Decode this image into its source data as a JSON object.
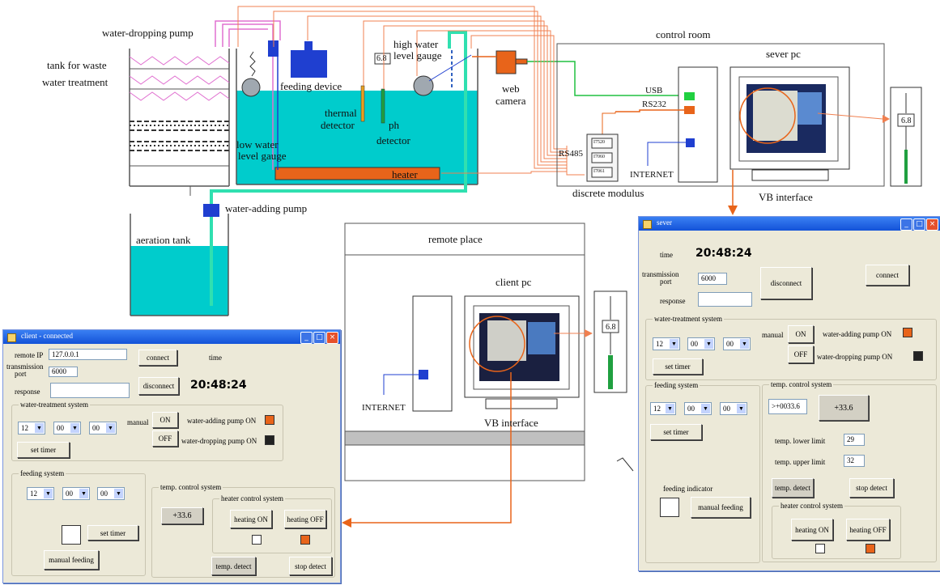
{
  "labels": {
    "water_dropping_pump": "water-dropping pump",
    "tank_for_waste": "tank for waste",
    "water_treatment": "water treatment",
    "feeding_device": "feeding device",
    "high_water_level_gauge_1": "high water",
    "high_water_level_gauge_2": "level gauge",
    "gauge_value": "6.8",
    "thermal_detector_1": "thermal",
    "thermal_detector_2": "detector",
    "ph_detector_1": "ph",
    "ph_detector_2": "detector",
    "low_water_level_gauge_1": "low water",
    "low_water_level_gauge_2": "level gauge",
    "heater": "heater",
    "web_camera_1": "web",
    "web_camera_2": "camera",
    "control_room": "control room",
    "sever_pc": "sever pc",
    "usb": "USB",
    "rs232": "RS232",
    "rs485": "RS485",
    "internet_server": "INTERNET",
    "discrete_modulus": "discrete modulus",
    "module_1": "I7520",
    "module_2": "I7060",
    "module_3": "I7061",
    "vb_interface_server": "VB interface",
    "water_adding_pump": "water-adding pump",
    "aeration_tank": "aeration tank",
    "remote_place": "remote place",
    "client_pc": "client pc",
    "internet_client": "INTERNET",
    "vb_interface_client": "VB interface"
  },
  "client_window": {
    "title": "client - connected",
    "remote_ip_label": "remote IP",
    "remote_ip_value": "127.0.0.1",
    "transmission_port_label_1": "transmission",
    "transmission_port_label_2": "port",
    "port_value": "6000",
    "response_label": "response",
    "connect_button": "connect",
    "disconnect_button": "disconnect",
    "time_label": "time",
    "time_value": "20:48:24",
    "water_treatment_group": "water-treatment system",
    "hour": "12",
    "minute": "00",
    "second": "00",
    "set_timer": "set timer",
    "manual": "manual",
    "on_button": "ON",
    "off_button": "OFF",
    "water_adding_pump_on": "water-adding pump ON",
    "water_dropping_pump_on": "water-dropping pump ON",
    "feeding_group": "feeding system",
    "feed_hour": "12",
    "feed_minute": "00",
    "feed_second": "00",
    "feed_set_timer": "set timer",
    "manual_feeding": "manual feeding",
    "temp_group": "temp. control system",
    "temp_value": "+33.6",
    "heater_group": "heater control system",
    "heating_on": "heating ON",
    "heating_off": "heating OFF",
    "temp_detect": "temp. detect",
    "stop_detect": "stop detect"
  },
  "server_window": {
    "title": "sever",
    "time_label": "time",
    "time_value": "20:48:24",
    "transmission_port_label_1": "transmission",
    "transmission_port_label_2": "port",
    "port_value": "6000",
    "response_label": "response",
    "disconnect_button": "disconnect",
    "connect_button": "connect",
    "water_treatment_group": "water-treatment system",
    "hour": "12",
    "minute": "00",
    "second": "00",
    "set_timer": "set timer",
    "manual": "manual",
    "on_button": "ON",
    "off_button": "OFF",
    "water_adding_pump_on": "water-adding pump ON",
    "water_dropping_pump_on": "water-dropping pump ON",
    "feeding_group": "feeding system",
    "feed_hour": "12",
    "feed_minute": "00",
    "feed_second": "00",
    "feed_set_timer": "set timer",
    "feeding_indicator": "feeding indicator",
    "manual_feeding": "manual feeding",
    "temp_group": "temp. control system",
    "raw_reading": ">+0033.6",
    "temp_value": "+33.6",
    "lower_limit_label": "temp. lower limit",
    "lower_limit_value": "29",
    "upper_limit_label": "temp. upper limit",
    "upper_limit_value": "32",
    "temp_detect": "temp. detect",
    "stop_detect": "stop detect",
    "heater_group": "heater control system",
    "heating_on": "heating ON",
    "heating_off": "heating OFF"
  },
  "colors": {
    "water": "#00cccc",
    "orange": "#e8641a",
    "wire_orange": "#f08050",
    "pink": "#e070d0",
    "blue": "#1f3fd0",
    "green_pipe": "#30e0b0",
    "green": "#20a040"
  }
}
